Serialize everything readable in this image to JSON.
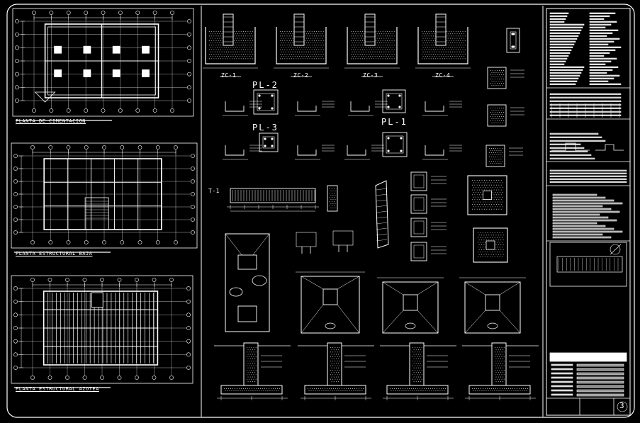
{
  "colors": {
    "background": "#000000",
    "line": "#ffffff",
    "hatch": "#bdbdbd"
  },
  "plans": {
    "plan1_title": "PLANTA DE CIMENTACION",
    "plan2_title": "PLANTA ESTRUCTURAL BAJA",
    "plan3_title": "PLANTA ESTRUCTURAL AZOTEA"
  },
  "details": {
    "zapatas": [
      "ZC-1",
      "ZC-2",
      "ZC-3",
      "ZC-4"
    ],
    "pl2": "PL-2",
    "pl3": "PL-3",
    "pl1": "PL-1",
    "t1": "T-1"
  },
  "title_block": {
    "sheet_number": "3"
  }
}
